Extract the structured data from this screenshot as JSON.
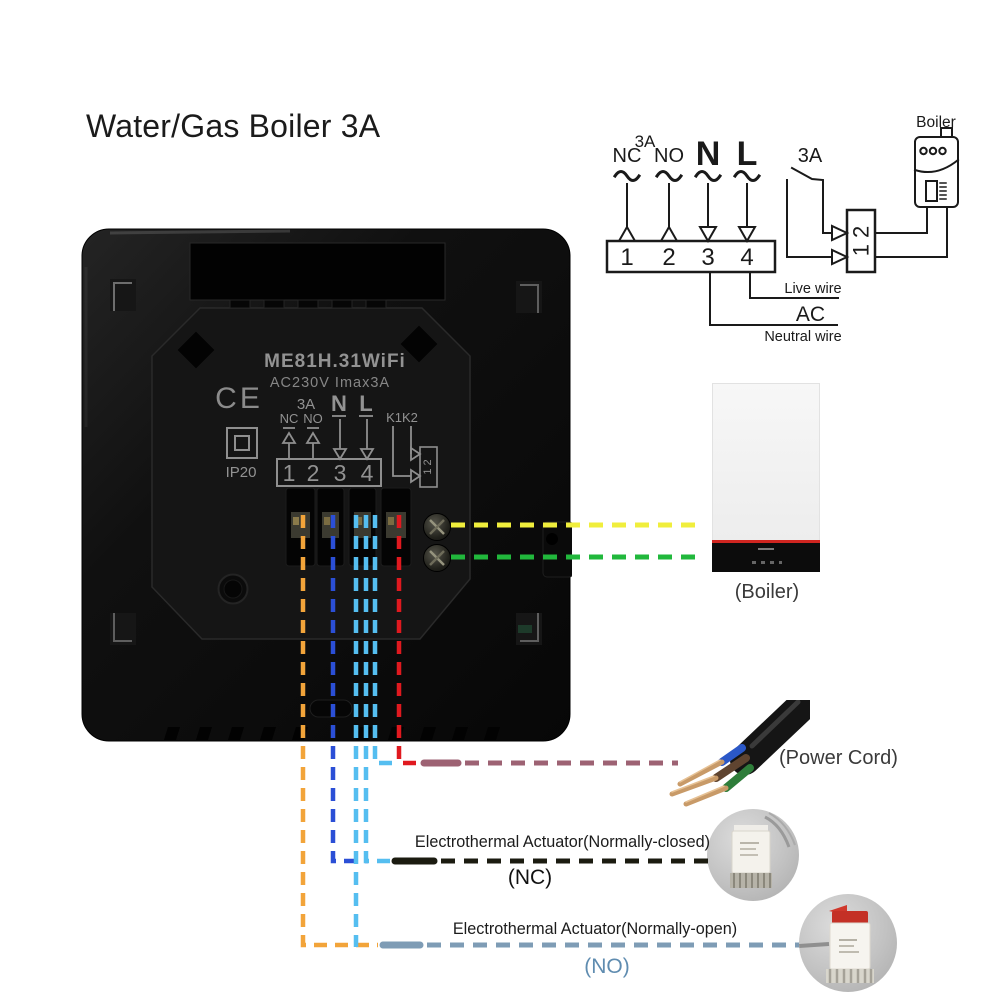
{
  "title": "Water/Gas Boiler 3A",
  "schematic": {
    "fuse_label": "3A",
    "inputs": [
      {
        "label": "NC"
      },
      {
        "label": "NO"
      },
      {
        "label": "N"
      },
      {
        "label": "L"
      }
    ],
    "block_numbers": [
      "1",
      "2",
      "3",
      "4"
    ],
    "switch_label": "3A",
    "boiler_box_label": "1 2",
    "boiler_label": "Boiler",
    "live_wire_label": "Live wire",
    "ac_label": "AC",
    "neutral_wire_label": "Neutral wire"
  },
  "thermostat": {
    "model": "ME81H.31WiFi",
    "rating": "AC230V Imax3A",
    "ce_mark": "CE",
    "fuse_label": "3A",
    "nc_label": "NC",
    "no_label": "NO",
    "n_label": "N",
    "l_label": "L",
    "k_label": "K1K2",
    "terminal_numbers": [
      "1",
      "2",
      "3",
      "4"
    ],
    "ip_rating": "IP20",
    "aux_box_label": "1 2"
  },
  "captions": {
    "boiler": "(Boiler)",
    "power_cord": "(Power Cord)",
    "actuator_nc": "Electrothermal Actuator(Normally-closed)",
    "actuator_nc_abbr": "(NC)",
    "actuator_no": "Electrothermal Actuator(Normally-open)",
    "actuator_no_abbr": "(NO)"
  },
  "wire_colors": {
    "terminal1_orange": "#F2A43A",
    "terminal2_blue": "#2B4FD6",
    "neutral_lightblue": "#55BEF0",
    "live_red": "#E0191F",
    "k1_yellow": "#F0EE3C",
    "k2_green": "#21B83C",
    "power_cord_mauve": "#9D6273",
    "nc_black": "#1B1B10",
    "no_steelblue": "#7E9CB5",
    "schematic_ink": "#1a1a1a"
  }
}
